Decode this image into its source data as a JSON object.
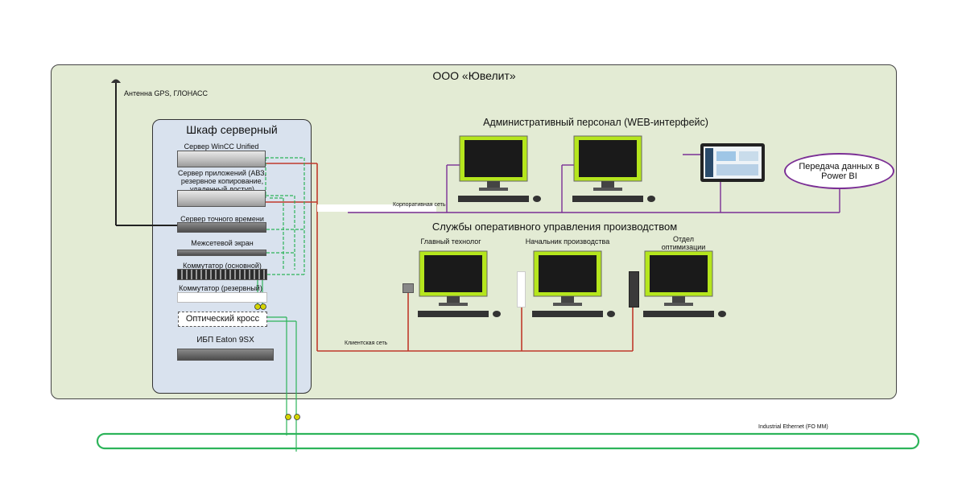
{
  "company": "ООО «Ювелит»",
  "gps_label": "Антенна GPS, ГЛОНАСС",
  "cabinet": {
    "title": "Шкаф серверный",
    "wincc": "Сервер WinCC Unified",
    "app_server": "Сервер приложений (АВЗ, резервное копирование, удаленный доступ)",
    "time_server": "Сервер точного времени",
    "firewall": "Межсетевой экран",
    "switch_main": "Коммутатор (основной)",
    "switch_reserve": "Коммутатор (резервный)",
    "optical": "Оптический кросс",
    "ups": "ИБП Eaton 9SX"
  },
  "admin": {
    "title": "Административный персонал (WEB-интерфейс)"
  },
  "powerbi": "Передача данных в Power BI",
  "corp_net": "Корпоративная сеть",
  "services": {
    "title": "Службы оперативного управления производством",
    "ws1": "Главный технолог",
    "ws2": "Начальник производства",
    "ws3": "Отдел оптимизации производства"
  },
  "client_net": "Клиентская сеть",
  "ie_label": "Industrial Ethernet (FO MM)",
  "colors": {
    "green": "#2db45a",
    "red": "#c0392b",
    "purple": "#7b2f95",
    "screen": "#b5e61d"
  }
}
